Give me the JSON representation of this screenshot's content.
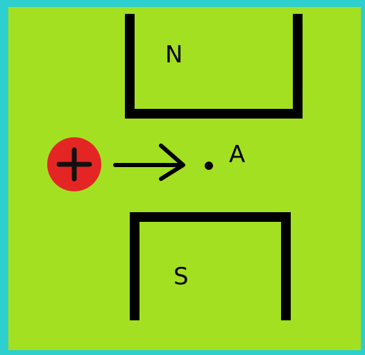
{
  "colors": {
    "border": "#2ecfcf",
    "background": "#a4e022",
    "magnet_stroke": "#000000",
    "charge_fill": "#e32624",
    "charge_sign": "#111111"
  },
  "labels": {
    "north_pole": "N",
    "south_pole": "S",
    "point": "A"
  },
  "icons": {
    "charge": "positive-charge-icon",
    "arrow": "right-arrow-icon",
    "point": "point-dot-icon"
  }
}
